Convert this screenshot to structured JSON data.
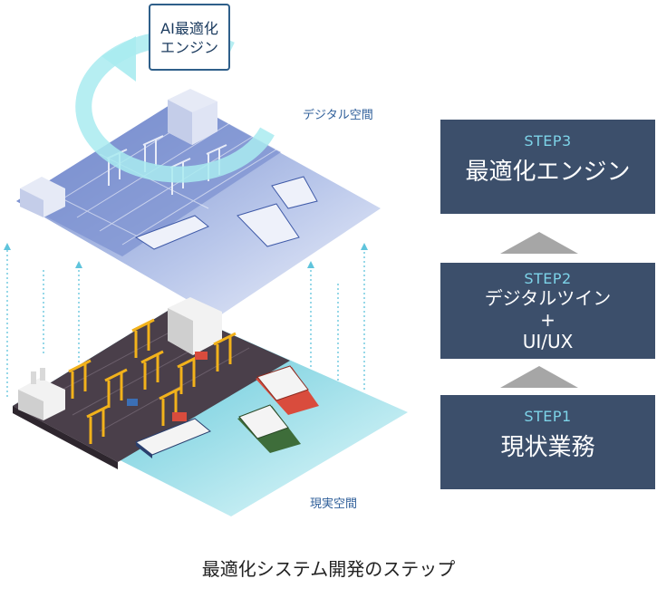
{
  "ai_engine": {
    "line1": "AI最適化",
    "line2": "エンジン"
  },
  "labels": {
    "digital_space": "デジタル空間",
    "real_space": "現実空間"
  },
  "steps": [
    {
      "label": "STEP3",
      "title": "最適化エンジン"
    },
    {
      "label": "STEP2",
      "title": "デジタルツイン",
      "plus": "+",
      "sub": "UI/UX"
    },
    {
      "label": "STEP1",
      "title": "現状業務"
    }
  ],
  "caption": "最適化システム開発のステップ",
  "colors": {
    "step_box": "#3c4f6b",
    "step_label": "#7dd3e8",
    "arrow_gray": "#a6a6a6",
    "digital_plane": "#8fa3d8",
    "real_ground": "#4a3f4a",
    "water": "#5fd0d8",
    "cycle_arrow": "#9fe3ea"
  },
  "icons": [
    "ai-chip-icon",
    "cycle-arrow-icon",
    "up-arrow-icon",
    "ship-icon",
    "crane-icon"
  ]
}
